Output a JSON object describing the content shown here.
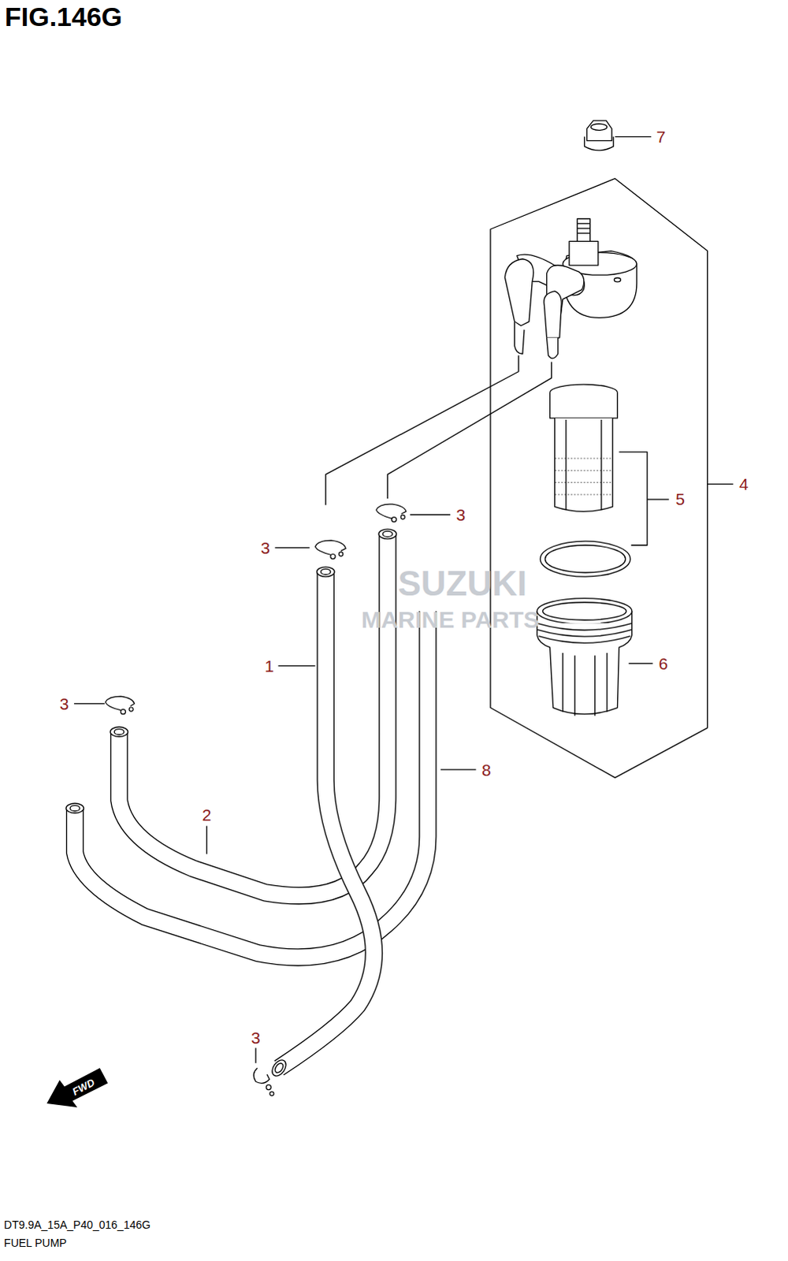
{
  "diagram": {
    "title": "FIG.146G",
    "caption": "FUEL PUMP",
    "labels": [
      "7",
      "4",
      "5",
      "3",
      "3",
      "1",
      "6",
      "3",
      "8",
      "2",
      "3",
      "SUZUKI",
      "MARINE PARTS",
      "FWD",
      "DT9.9A_15A_P40_016_146G"
    ]
  }
}
